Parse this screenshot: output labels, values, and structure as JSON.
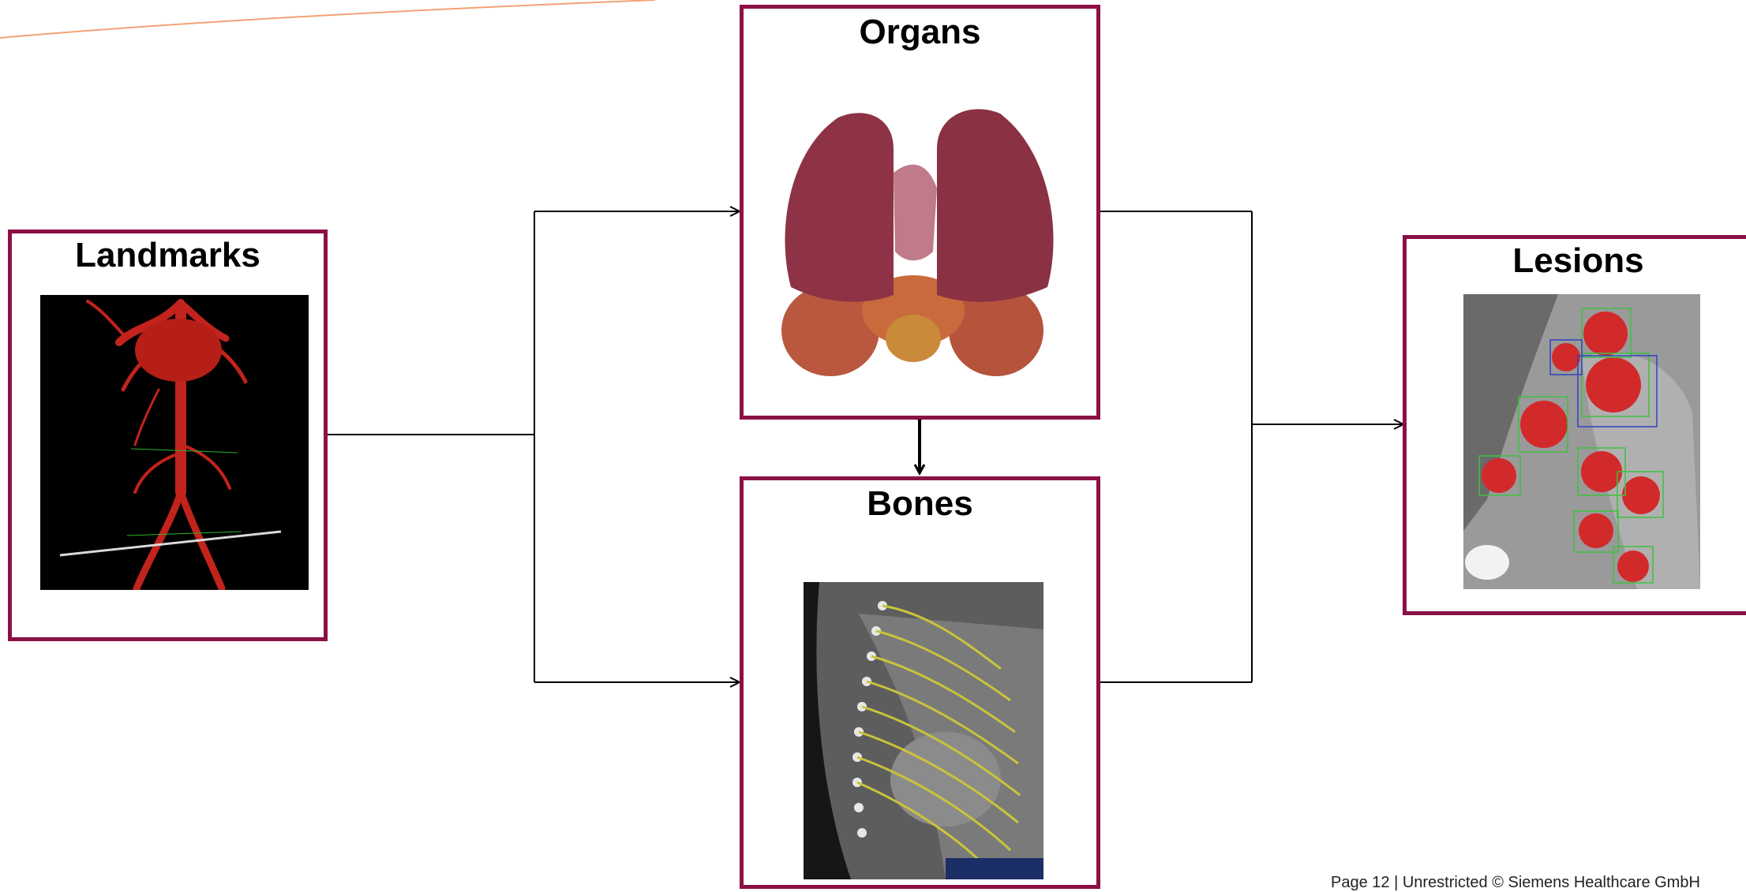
{
  "diagram": {
    "nodes": {
      "landmarks": {
        "label": "Landmarks",
        "image": "aorta-vessel-rendering"
      },
      "organs": {
        "label": "Organs",
        "image": "lungs-and-organs-rendering"
      },
      "bones": {
        "label": "Bones",
        "image": "sagittal-ct-rib-overlay"
      },
      "lesions": {
        "label": "Lesions",
        "image": "ct-lesion-detection-boxes"
      }
    },
    "edges": [
      {
        "from": "Landmarks",
        "to": "Organs",
        "style": "arrow"
      },
      {
        "from": "Landmarks",
        "to": "Bones",
        "style": "arrow"
      },
      {
        "from": "Organs",
        "to": "Bones",
        "style": "double-arrow"
      },
      {
        "from": "Organs",
        "to": "Lesions",
        "style": "arrow"
      },
      {
        "from": "Bones",
        "to": "Lesions",
        "style": "arrow"
      }
    ],
    "colors": {
      "box_border": "#8a1046",
      "accent_line": "#f4a276"
    }
  },
  "footer": {
    "text": "Page 12 | Unrestricted © Siemens Healthcare GmbH"
  }
}
